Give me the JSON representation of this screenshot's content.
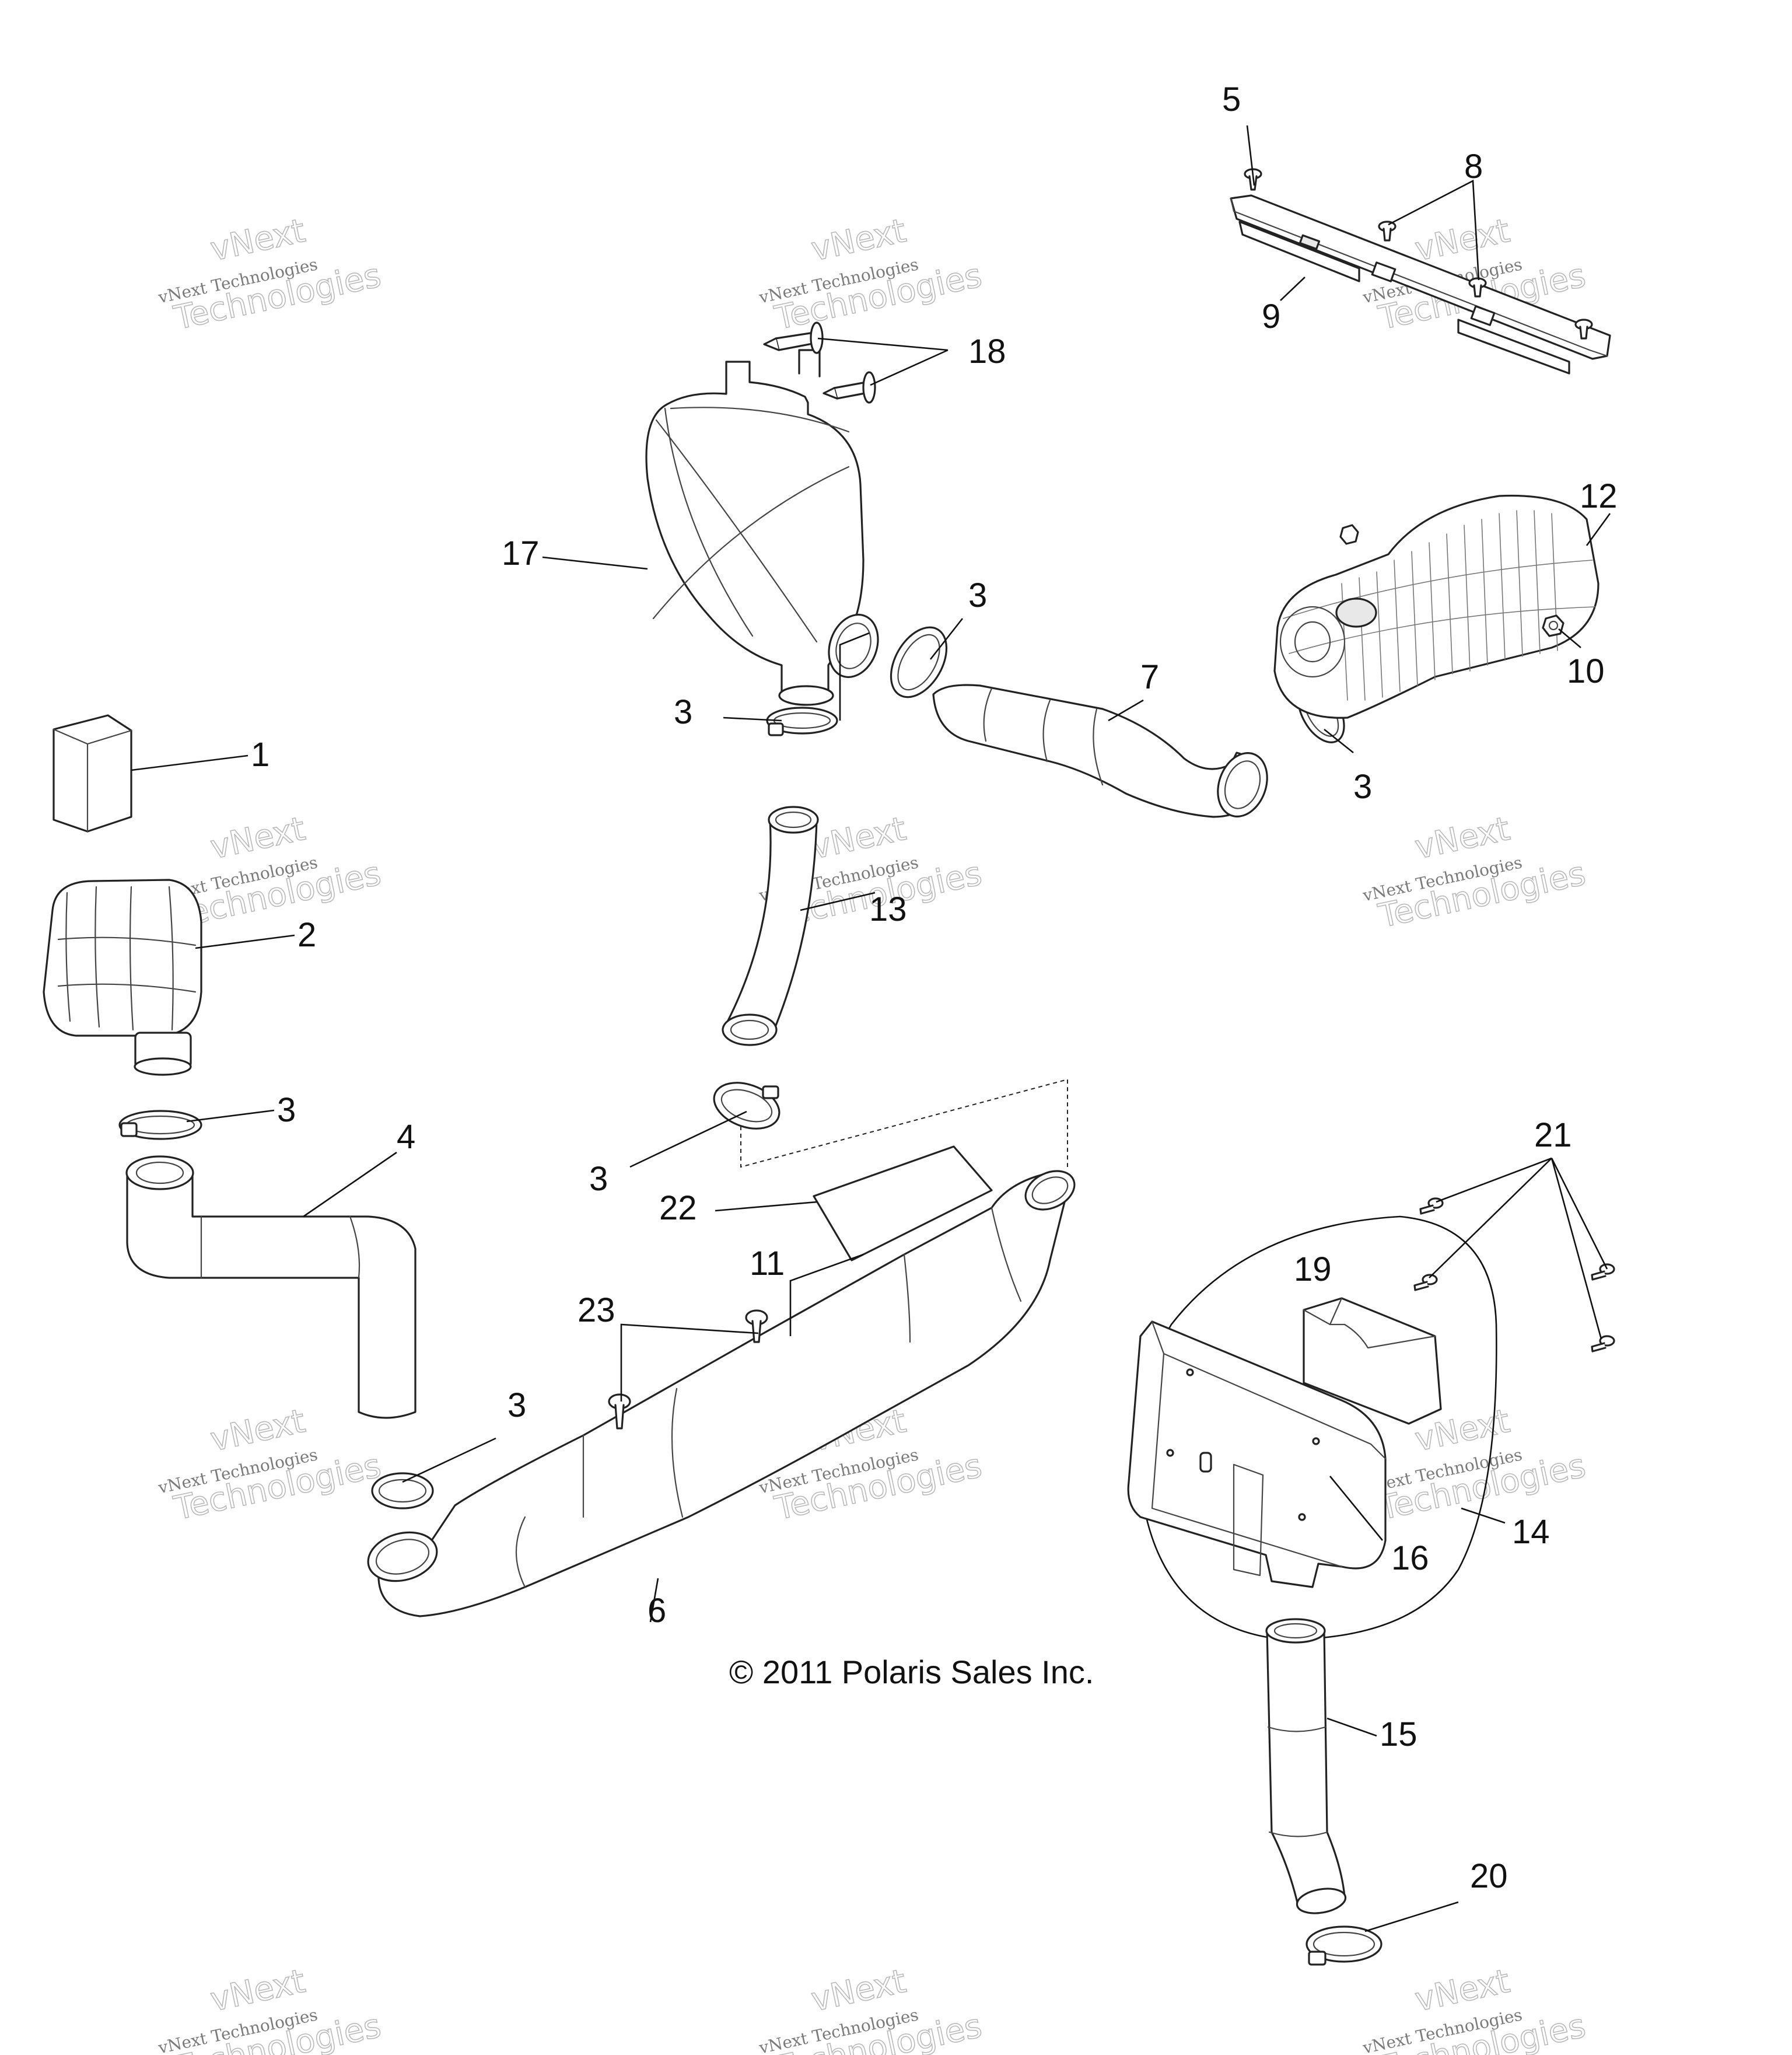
{
  "copyright": "© 2011 Polaris Sales Inc.",
  "watermark": {
    "line1": "vNext",
    "line2": "vNext Technologies",
    "line3": "Technologies"
  },
  "callouts": {
    "c1": "1",
    "c2": "2",
    "c3": "3",
    "c4": "4",
    "c5": "5",
    "c6": "6",
    "c7": "7",
    "c8": "8",
    "c9": "9",
    "c10": "10",
    "c11": "11",
    "c12": "12",
    "c13": "13",
    "c14": "14",
    "c15": "15",
    "c16": "16",
    "c17": "17",
    "c18": "18",
    "c19": "19",
    "c20": "20",
    "c21": "21",
    "c22": "22",
    "c23": "23"
  }
}
